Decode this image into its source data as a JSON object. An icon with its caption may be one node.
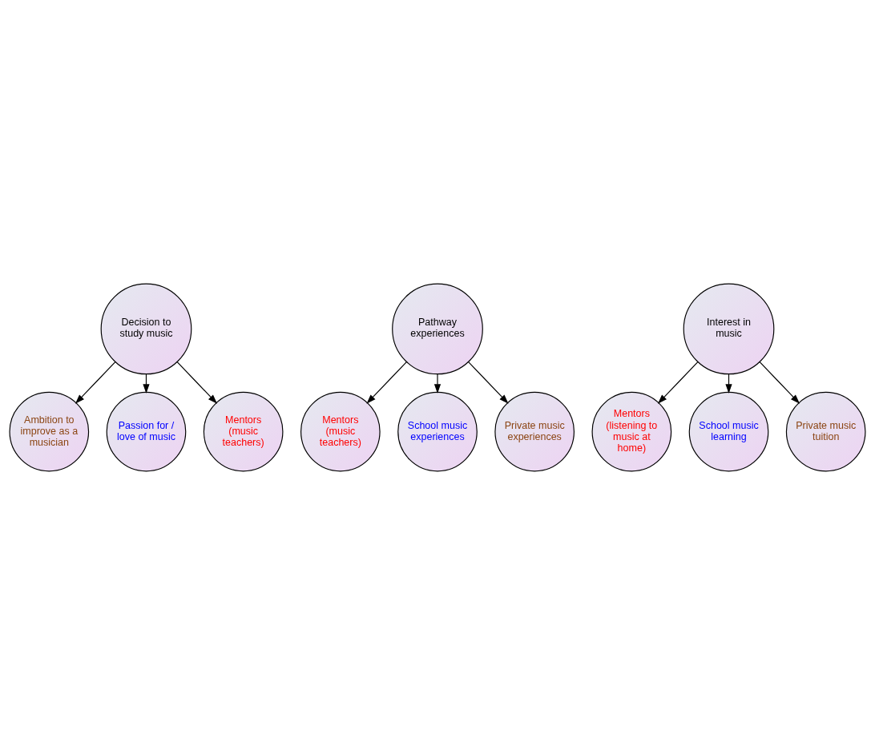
{
  "diagram": {
    "nodes": [
      {
        "text": [
          "Decision to study music"
        ]
      },
      {
        "text": [
          "Ambition to improve as a musician"
        ]
      },
      {
        "text": [
          "Passion for / love of music"
        ]
      },
      {
        "text": [
          "Mentors (music teachers)"
        ]
      },
      {
        "text": [
          "Mentors (music teachers)"
        ]
      },
      {
        "text": [
          "School music experiences"
        ]
      },
      {
        "text": [
          "Pathway experiences"
        ]
      },
      {
        "text": [
          "Private music experiences"
        ]
      },
      {
        "text": [
          "Mentors (listening to music at home)"
        ]
      },
      {
        "text": [
          "School music learning"
        ]
      },
      {
        "text": [
          "Interest in music"
        ]
      },
      {
        "text": [
          "Private music tuition"
        ]
      }
    ],
    "edges": [
      {
        "from": 0,
        "to": 1,
        "arrow": "to"
      },
      {
        "from": 0,
        "to": 2,
        "arrow": "to"
      },
      {
        "from": 0,
        "to": 3,
        "arrow": "to"
      },
      {
        "from": 6,
        "to": 4,
        "arrow": "to"
      },
      {
        "from": 6,
        "to": 5,
        "arrow": "to"
      },
      {
        "from": 6,
        "to": 7,
        "arrow": "to"
      },
      {
        "from": 10,
        "to": 8,
        "arrow": "to"
      },
      {
        "from": 10,
        "to": 9,
        "arrow": "to"
      },
      {
        "from": 10,
        "to": 11,
        "arrow": "to"
      }
    ]
  }
}
